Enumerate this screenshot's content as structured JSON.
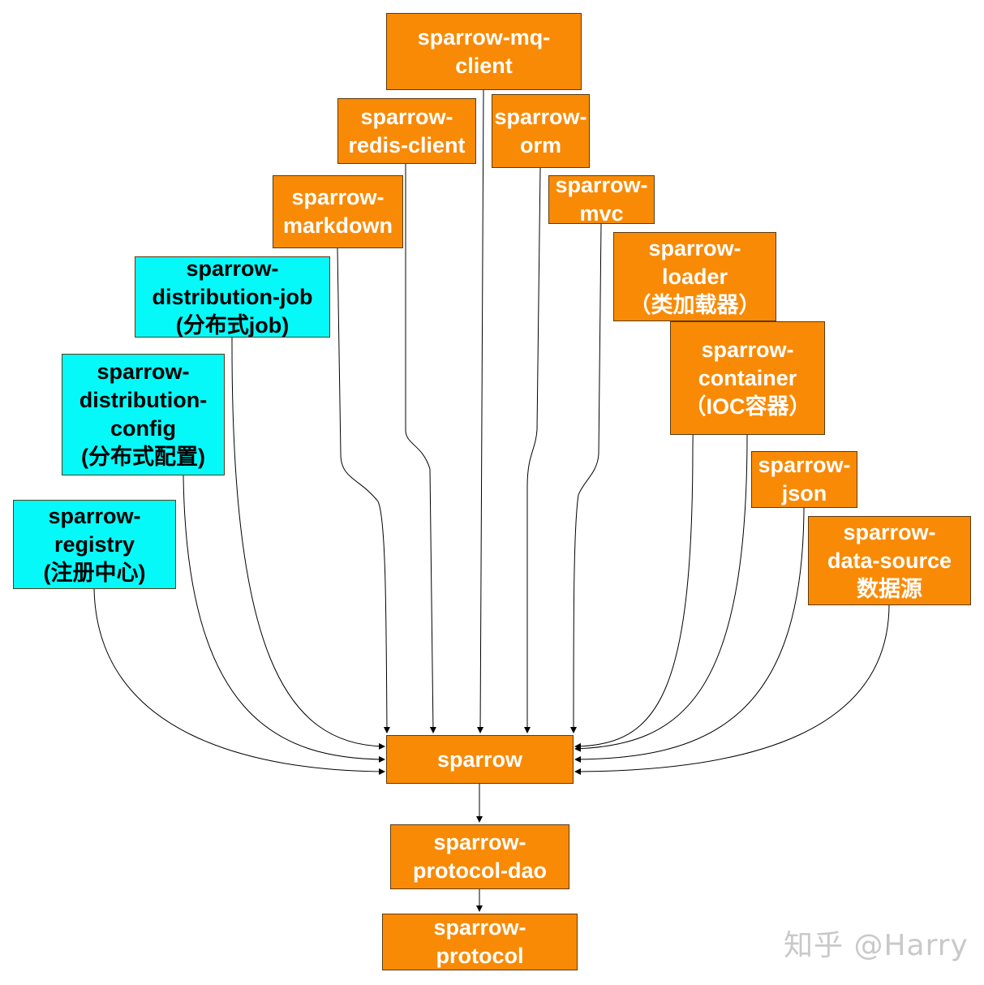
{
  "diagram": {
    "nodes": {
      "mq_client": {
        "label": "sparrow-mq-\nclient",
        "color": "orange"
      },
      "redis_client": {
        "label": "sparrow-\nredis-client",
        "color": "orange"
      },
      "orm": {
        "label": "sparrow-\norm",
        "color": "orange"
      },
      "markdown": {
        "label": "sparrow-\nmarkdown",
        "color": "orange"
      },
      "mvc": {
        "label": "sparrow-\nmvc",
        "color": "orange"
      },
      "distribution_job": {
        "label": "sparrow-\ndistribution-job\n(分布式job)",
        "color": "cyan"
      },
      "loader": {
        "label": "sparrow-\nloader\n（类加载器）",
        "color": "orange"
      },
      "container": {
        "label": "sparrow-\ncontainer\n（IOC容器）",
        "color": "orange"
      },
      "distribution_config": {
        "label": "sparrow-\ndistribution-\nconfig\n(分布式配置)",
        "color": "cyan"
      },
      "json": {
        "label": "sparrow-\njson",
        "color": "orange"
      },
      "registry": {
        "label": "sparrow-\nregistry\n(注册中心)",
        "color": "cyan"
      },
      "data_source": {
        "label": "sparrow-\ndata-source\n数据源",
        "color": "orange"
      },
      "sparrow": {
        "label": "sparrow",
        "color": "orange"
      },
      "protocol_dao": {
        "label": "sparrow-\nprotocol-dao",
        "color": "orange"
      },
      "protocol": {
        "label": "sparrow-\nprotocol",
        "color": "orange"
      }
    },
    "edges": [
      {
        "from": "mq_client",
        "to": "sparrow"
      },
      {
        "from": "redis_client",
        "to": "sparrow"
      },
      {
        "from": "orm",
        "to": "sparrow"
      },
      {
        "from": "markdown",
        "to": "sparrow"
      },
      {
        "from": "mvc",
        "to": "sparrow"
      },
      {
        "from": "distribution_job",
        "to": "sparrow"
      },
      {
        "from": "loader",
        "to": "sparrow"
      },
      {
        "from": "container",
        "to": "sparrow"
      },
      {
        "from": "distribution_config",
        "to": "sparrow"
      },
      {
        "from": "json",
        "to": "sparrow"
      },
      {
        "from": "registry",
        "to": "sparrow"
      },
      {
        "from": "data_source",
        "to": "sparrow"
      },
      {
        "from": "sparrow",
        "to": "protocol_dao"
      },
      {
        "from": "protocol_dao",
        "to": "protocol"
      }
    ],
    "colors": {
      "orange_fill": "#f98a06",
      "cyan_fill": "#06f9f9",
      "edge": "#000000"
    }
  },
  "watermark": "知乎 @Harry"
}
